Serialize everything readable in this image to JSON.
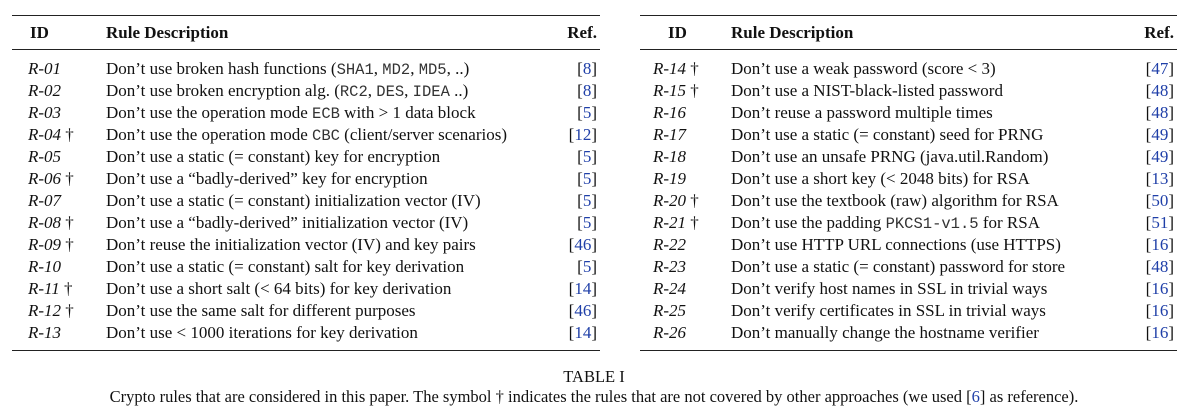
{
  "headers": {
    "id": "ID",
    "description": "Rule Description",
    "ref": "Ref."
  },
  "left_rows": [
    {
      "id": "R-01",
      "dagger": "",
      "desc": [
        [
          "Don’t use broken hash functions (",
          0
        ],
        [
          "SHA1",
          1
        ],
        [
          ", ",
          0
        ],
        [
          "MD2",
          1
        ],
        [
          ", ",
          0
        ],
        [
          "MD5",
          1
        ],
        [
          ", ..)",
          0
        ]
      ],
      "ref": "8"
    },
    {
      "id": "R-02",
      "dagger": "",
      "desc": [
        [
          "Don’t use broken encryption alg. (",
          0
        ],
        [
          "RC2",
          1
        ],
        [
          ", ",
          0
        ],
        [
          "DES",
          1
        ],
        [
          ", ",
          0
        ],
        [
          "IDEA",
          1
        ],
        [
          " ..)",
          0
        ]
      ],
      "ref": "8"
    },
    {
      "id": "R-03",
      "dagger": "",
      "desc": [
        [
          "Don’t use the operation mode ",
          0
        ],
        [
          "ECB",
          1
        ],
        [
          " with > 1 data block",
          0
        ]
      ],
      "ref": "5"
    },
    {
      "id": "R-04",
      "dagger": "†",
      "desc": [
        [
          "Don’t use the operation mode ",
          0
        ],
        [
          "CBC",
          1
        ],
        [
          " (client/server scenarios)",
          0
        ]
      ],
      "ref": "12"
    },
    {
      "id": "R-05",
      "dagger": "",
      "desc": [
        [
          "Don’t use a static (= constant) key for encryption",
          0
        ]
      ],
      "ref": "5"
    },
    {
      "id": "R-06",
      "dagger": "†",
      "desc": [
        [
          "Don’t use a “badly-derived” key for encryption",
          0
        ]
      ],
      "ref": "5"
    },
    {
      "id": "R-07",
      "dagger": "",
      "desc": [
        [
          "Don’t use a static (= constant) initialization vector (IV)",
          0
        ]
      ],
      "ref": "5"
    },
    {
      "id": "R-08",
      "dagger": "†",
      "desc": [
        [
          "Don’t use a “badly-derived” initialization vector (IV)",
          0
        ]
      ],
      "ref": "5"
    },
    {
      "id": "R-09",
      "dagger": "†",
      "desc": [
        [
          "Don’t reuse the initialization vector (IV) and key pairs",
          0
        ]
      ],
      "ref": "46"
    },
    {
      "id": "R-10",
      "dagger": "",
      "desc": [
        [
          "Don’t use a static (= constant) salt for key derivation",
          0
        ]
      ],
      "ref": "5"
    },
    {
      "id": "R-11",
      "dagger": "†",
      "desc": [
        [
          "Don’t use a short salt (< 64 bits) for key derivation",
          0
        ]
      ],
      "ref": "14"
    },
    {
      "id": "R-12",
      "dagger": "†",
      "desc": [
        [
          "Don’t use the same salt for different purposes",
          0
        ]
      ],
      "ref": "46"
    },
    {
      "id": "R-13",
      "dagger": "",
      "desc": [
        [
          "Don’t use < 1000 iterations for key derivation",
          0
        ]
      ],
      "ref": "14"
    }
  ],
  "right_rows": [
    {
      "id": "R-14",
      "dagger": "†",
      "desc": [
        [
          "Don’t use a weak password (score < 3)",
          0
        ]
      ],
      "ref": "47"
    },
    {
      "id": "R-15",
      "dagger": "†",
      "desc": [
        [
          "Don’t use a NIST-black-listed password",
          0
        ]
      ],
      "ref": "48"
    },
    {
      "id": "R-16",
      "dagger": "",
      "desc": [
        [
          "Don’t reuse a password multiple times",
          0
        ]
      ],
      "ref": "48"
    },
    {
      "id": "R-17",
      "dagger": "",
      "desc": [
        [
          "Don’t use a static (= constant) seed for PRNG",
          0
        ]
      ],
      "ref": "49"
    },
    {
      "id": "R-18",
      "dagger": "",
      "desc": [
        [
          "Don’t use an unsafe PRNG (java.util.Random)",
          0
        ]
      ],
      "ref": "49"
    },
    {
      "id": "R-19",
      "dagger": "",
      "desc": [
        [
          "Don’t use a short key (< 2048 bits) for RSA",
          0
        ]
      ],
      "ref": "13"
    },
    {
      "id": "R-20",
      "dagger": "†",
      "desc": [
        [
          "Don’t use the textbook (raw) algorithm for RSA",
          0
        ]
      ],
      "ref": "50"
    },
    {
      "id": "R-21",
      "dagger": "†",
      "desc": [
        [
          "Don’t use the padding ",
          0
        ],
        [
          "PKCS1-v1.5",
          1
        ],
        [
          " for RSA",
          0
        ]
      ],
      "ref": "51"
    },
    {
      "id": "R-22",
      "dagger": "",
      "desc": [
        [
          "Don’t use HTTP URL connections (use HTTPS)",
          0
        ]
      ],
      "ref": "16"
    },
    {
      "id": "R-23",
      "dagger": "",
      "desc": [
        [
          "Don’t use a static (= constant) password for store",
          0
        ]
      ],
      "ref": "48"
    },
    {
      "id": "R-24",
      "dagger": "",
      "desc": [
        [
          "Don’t verify host names in SSL in trivial ways",
          0
        ]
      ],
      "ref": "16"
    },
    {
      "id": "R-25",
      "dagger": "",
      "desc": [
        [
          "Don’t verify certificates in SSL in trivial ways",
          0
        ]
      ],
      "ref": "16"
    },
    {
      "id": "R-26",
      "dagger": "",
      "desc": [
        [
          "Don’t manually change the hostname verifier",
          0
        ]
      ],
      "ref": "16"
    }
  ],
  "caption": {
    "title": "TABLE I",
    "text_before": "Crypto rules that are considered in this paper. The symbol † indicates the rules that are not covered by other approaches (we used [",
    "ref": "6",
    "text_after": "] as reference)."
  }
}
